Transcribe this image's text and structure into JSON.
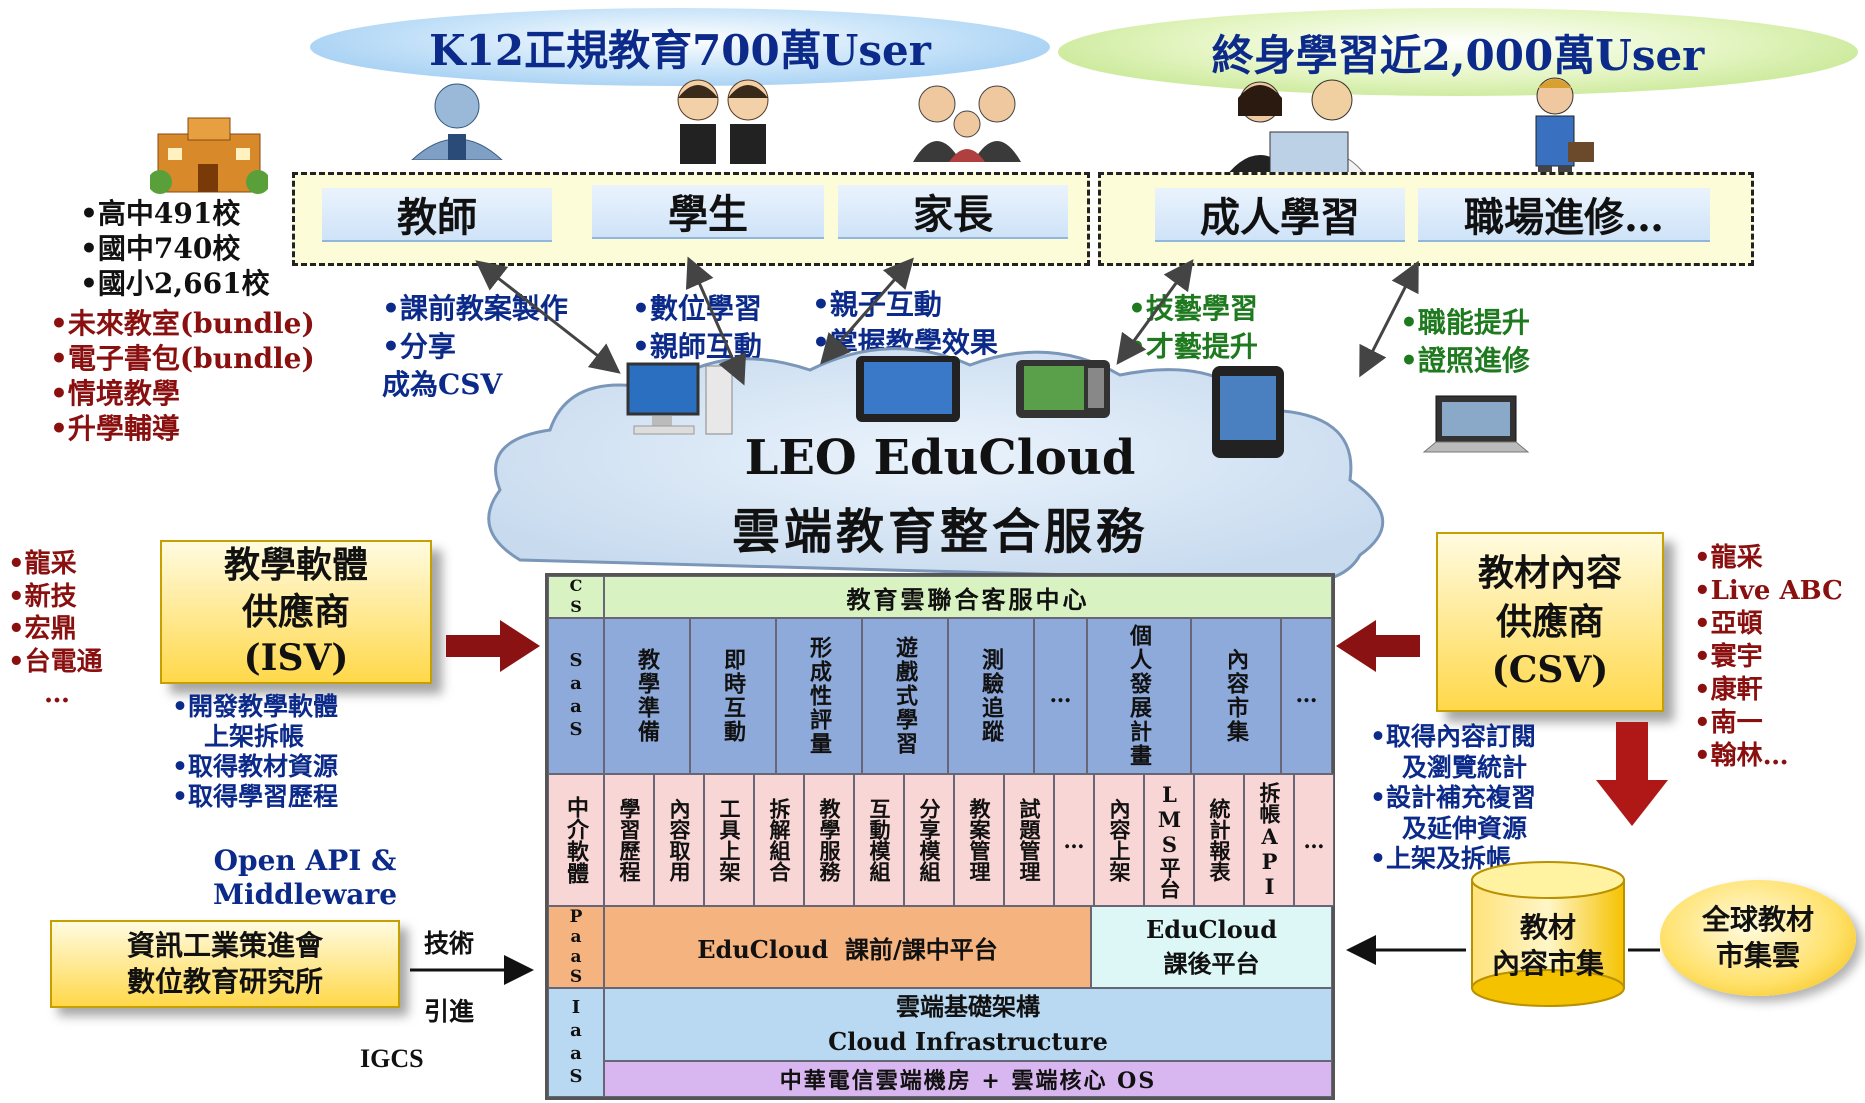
{
  "top": {
    "k12_title": "K12正規教育700萬User",
    "life_title": "終身學習近2,000萬User"
  },
  "roles": {
    "teacher": "教師",
    "student": "學生",
    "parent": "家長",
    "adult": "成人學習",
    "work": "職場進修…"
  },
  "schools": [
    "•高中491校",
    "•國中740校",
    "•國小2,661校"
  ],
  "left_features": [
    "•未來教室(bundle)",
    "•電子書包(bundle)",
    "•情境教學",
    "•升學輔導"
  ],
  "teacher_notes": [
    "•課前教案製作",
    "•分享",
    "成為CSV"
  ],
  "student_notes": [
    "•數位學習",
    "•親師互動"
  ],
  "parent_notes": [
    "•親子互動",
    "•掌握教學效果"
  ],
  "adult_notes": [
    "•技藝學習",
    "•才藝提升"
  ],
  "work_notes": [
    "•職能提升",
    "•證照進修"
  ],
  "cloud": {
    "title": "LEO EduCloud",
    "subtitle": "雲端教育整合服務"
  },
  "isv": {
    "title_line1": "教學軟體",
    "title_line2": "供應商",
    "title_line3": "(ISV)",
    "vendors": [
      "•龍采",
      "•新技",
      "•宏鼎",
      "•台電通",
      "…"
    ],
    "notes": [
      "•開發教學軟體",
      "上架拆帳",
      "•取得教材資源",
      "•取得學習歷程"
    ]
  },
  "csv": {
    "title_line1": "教材內容",
    "title_line2": "供應商",
    "title_line3": "(CSV)",
    "vendors": [
      "•龍采",
      "•Live ABC",
      "•亞頓",
      "•寰宇",
      "•康軒",
      "•南一",
      "•翰林…"
    ],
    "notes": [
      "•取得內容訂閱",
      "及瀏覽統計",
      "•設計補充複習",
      "及延伸資源",
      "•上架及拆帳"
    ]
  },
  "open_api": [
    "Open API &",
    "Middleware"
  ],
  "iii": {
    "line1": "資訊工業策進會",
    "line2": "數位教育研究所",
    "tech": "技術",
    "intro": "引進",
    "igcs": "IGCS"
  },
  "market": {
    "cyl_line1": "教材",
    "cyl_line2": "內容市集",
    "global_line1": "全球教材",
    "global_line2": "市集雲"
  },
  "arch": {
    "cs_label": "CS",
    "cs_content": "教育雲聯合客服中心",
    "saas_label": "SaaS",
    "saas_items": [
      "教學準備",
      "即時互動",
      "形成性評量",
      "遊戲式學習",
      "測驗追蹤",
      "…",
      "個人發展計畫",
      "內容市集",
      "…"
    ],
    "mid_label": "中介軟體",
    "mid_items": [
      "學習歷程",
      "內容取用",
      "工具上架",
      "拆解組合",
      "教學服務",
      "互動模組",
      "分享模組",
      "教案管理",
      "試題管理",
      "…",
      "內容上架",
      "LMS平台",
      "統計報表",
      "拆帳API",
      "…"
    ],
    "paas_label": "PaaS",
    "paas_left": "EduCloud  課前/課中平台",
    "paas_right_line1": "EduCloud",
    "paas_right_line2": "課後平台",
    "iaas_label": "IaaS",
    "iaas_line1": "雲端基礎架構",
    "iaas_line2": "Cloud Infrastructure",
    "iaas_bottom": "中華電信雲端機房 + 雲端核心 OS"
  },
  "colors": {
    "navy": "#0b2a8a",
    "darkred": "#8a1010",
    "green": "#1f7a1f",
    "saas_blue": "#8eaadb",
    "mid_pink": "#f8d6d6",
    "paas_orange": "#f5b37f",
    "paas_cyan": "#ddf7f7",
    "iaas_blue": "#b9d9f2",
    "iaas_purple": "#d8b7f0",
    "cs_green": "#d8f2c2"
  }
}
